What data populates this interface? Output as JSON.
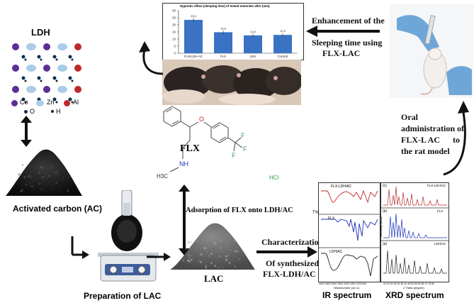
{
  "labels": {
    "ldh": "LDH",
    "activated_carbon": "Activated carbon (AC)",
    "preparation": "Preparation of LAC",
    "lac": "LAC",
    "flx": "FLX",
    "hcl": "HCl",
    "adsorption": "Adsorption of FLX onto LDH/AC",
    "characterization": "Characterization",
    "of_synthesized": "Of synthesized",
    "flx_ldh_ac": "FLX-LDH/AC",
    "ir_spectrum": "IR spectrum",
    "xrd_spectrum": "XRD spectrum",
    "enhancement_1": "Enhancement of the",
    "enhancement_2": "Sleeping time using",
    "enhancement_3": "FLX-LAC",
    "oral_1": "Oral",
    "oral_2": "administration of",
    "oral_3": "FLX-L AC      to",
    "oral_4": "the rat model"
  },
  "ldh_legend": {
    "co": "Co",
    "zn": "Zn",
    "al": "Al",
    "o": "O",
    "h": "H"
  },
  "molecule": {
    "f1": "F",
    "f2": "F",
    "f3": "F",
    "o": "O",
    "nh": "NH",
    "h3c": "H3C"
  },
  "ir_panels": {
    "top_label": "FLX-LDH/AC",
    "mid_label": "FLX",
    "bot_label": "LDH/AC",
    "y_label": "T%",
    "x_label": "Wavenumber (cm-1)",
    "x_ticks": "4000 3500 3000 2500 2000 1500 1000 500"
  },
  "xrd_panels": {
    "a_tag": "(c)",
    "a_label": "FLX-LDH/AC",
    "b_tag": "(b)",
    "b_label": "FLX",
    "c_tag": "(a)",
    "c_label": "LDH/AC",
    "y_label": "Intensity (a.u.)",
    "x_label": "2 Theta (degree)",
    "x_ticks": "10 15 20 25 30 35 40 45 50 55 60 65 70 75 80"
  },
  "chart_data": {
    "type": "bar",
    "title": "Hypnotic effect (sleeping time) of tested materials after (min)",
    "categories": [
      "FLX/LDH-AC",
      "FLX",
      "LDH",
      "Control"
    ],
    "values": [
      23.5,
      14.8,
      12.6,
      12.9
    ],
    "value_labels": [
      "23.5",
      "14.8",
      "12.6",
      "12.9"
    ],
    "ylim": [
      0,
      30
    ],
    "yticks": [
      "0",
      "5",
      "10",
      "15",
      "20",
      "25",
      "30"
    ],
    "color": "#3b73c4"
  },
  "colors": {
    "ir_red": "#c0282a",
    "ir_blue": "#1b2fb0",
    "xrd_red": "#b5282d",
    "xrd_blue": "#1d34b8",
    "co": "#5b2f93",
    "zn": "#a9cde8",
    "al": "#c0282a",
    "o_atom": "#0d2f56",
    "h_atom": "#222222",
    "hcl_green": "#2e9b4a",
    "cf3_green": "#3a9a4e"
  }
}
